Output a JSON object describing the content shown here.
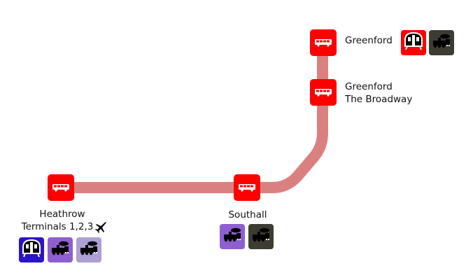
{
  "route": {
    "line_color": "#db8080",
    "stop_color": "#ff0000"
  },
  "stops": [
    {
      "id": "greenford",
      "name_lines": [
        "Greenford"
      ],
      "stop_icon": "bus-icon",
      "interchanges": [
        {
          "mode": "underground",
          "icon": "tube-train-icon",
          "color": "#ff0000"
        },
        {
          "mode": "rail",
          "icon": "steam-train-icon",
          "color": "#3c3c32"
        }
      ]
    },
    {
      "id": "greenford-broadway",
      "name_lines": [
        "Greenford",
        "The Broadway"
      ],
      "stop_icon": "bus-icon",
      "interchanges": []
    },
    {
      "id": "southall",
      "name_lines": [
        "Southall"
      ],
      "stop_icon": "bus-icon",
      "interchanges": [
        {
          "mode": "elizabeth-line",
          "icon": "steam-train-icon",
          "color": "#8f5fd0"
        },
        {
          "mode": "rail",
          "icon": "steam-train-icon",
          "color": "#3c3c32"
        }
      ]
    },
    {
      "id": "heathrow",
      "name_lines": [
        "Heathrow",
        "Terminals 1,2,3"
      ],
      "stop_icon": "bus-icon",
      "extra_icon": "airplane-icon",
      "interchanges": [
        {
          "mode": "underground",
          "icon": "tube-train-icon",
          "color": "#2b14c8"
        },
        {
          "mode": "elizabeth-line",
          "icon": "steam-train-icon",
          "color": "#8f5fd0"
        },
        {
          "mode": "heathrow-express",
          "icon": "steam-train-icon",
          "color": "#ad9fd4"
        }
      ]
    }
  ]
}
